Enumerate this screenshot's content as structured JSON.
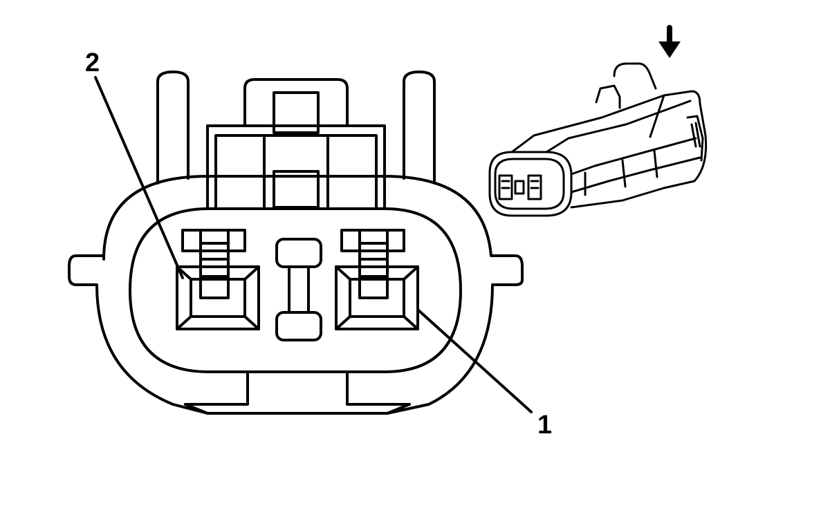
{
  "diagram": {
    "callouts": [
      {
        "id": "terminal-2",
        "label": "2"
      },
      {
        "id": "terminal-1",
        "label": "1"
      }
    ],
    "colors": {
      "stroke": "#000000",
      "fill": "#ffffff"
    }
  }
}
